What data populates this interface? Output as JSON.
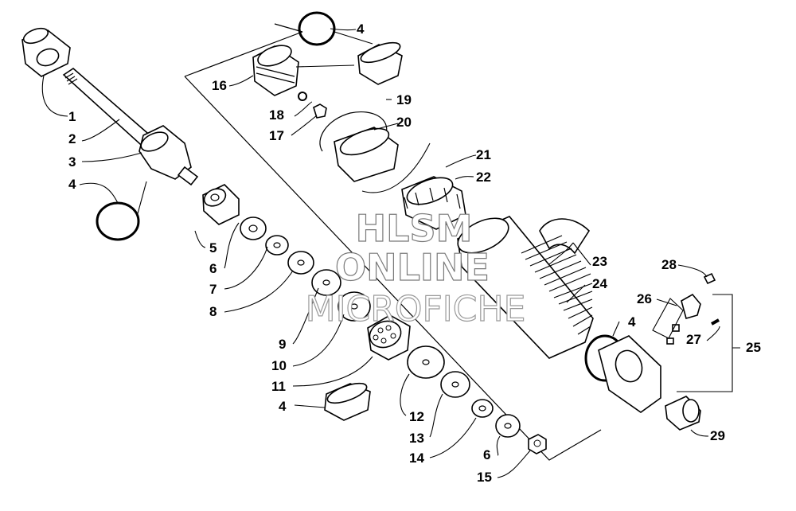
{
  "watermark": {
    "line1": "HLSM",
    "line2": "ONLINE",
    "line3": "MICROFICHE"
  },
  "labels": {
    "n1": "1",
    "n2": "2",
    "n3": "3",
    "n4a": "4",
    "n4b": "4",
    "n4c": "4",
    "n4d": "4",
    "n5": "5",
    "n6a": "6",
    "n6b": "6",
    "n7": "7",
    "n8": "8",
    "n9": "9",
    "n10": "10",
    "n11": "11",
    "n12": "12",
    "n13": "13",
    "n14": "14",
    "n15": "15",
    "n16": "16",
    "n17": "17",
    "n18": "18",
    "n19": "19",
    "n20": "20",
    "n21": "21",
    "n22": "22",
    "n23": "23",
    "n24": "24",
    "n25": "25",
    "n26": "26",
    "n27": "27",
    "n28": "28",
    "n29": "29"
  }
}
